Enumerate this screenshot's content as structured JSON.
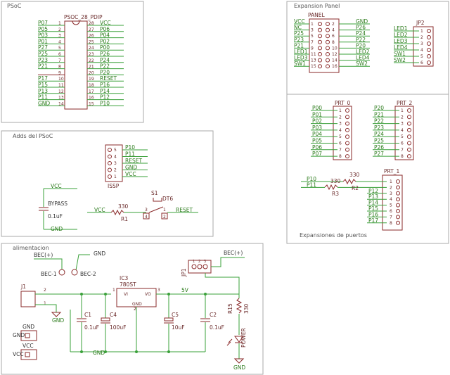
{
  "panels": {
    "psoc": "PSoC",
    "adds": "Adds del PSoC",
    "alim": "alimentacion",
    "expansion": "Expansion Panel",
    "puertos": "Expansiones de puertos"
  },
  "psoc_chip": {
    "name": "PSOC_28_PDIP",
    "left_labels": [
      "P07",
      "P05",
      "P03",
      "P01",
      "P27",
      "P25",
      "P23",
      "P21",
      "",
      "P17",
      "P15",
      "P13",
      "P11",
      "GND"
    ],
    "left_nums": [
      "1",
      "2",
      "3",
      "4",
      "5",
      "6",
      "7",
      "8",
      "9",
      "10",
      "11",
      "12",
      "13",
      "14"
    ],
    "right_nums": [
      "28",
      "27",
      "26",
      "25",
      "24",
      "23",
      "22",
      "21",
      "20",
      "19",
      "18",
      "17",
      "16",
      "15"
    ],
    "right_labels": [
      "VCC",
      "P06",
      "P04",
      "P02",
      "P00",
      "P26",
      "P24",
      "P22",
      "P20",
      "RESET",
      "P16",
      "P14",
      "P12",
      "P10"
    ]
  },
  "expansion_header": {
    "name": "PANEL",
    "left_labels": [
      "VCC",
      "NC",
      "P25",
      "P23",
      "P21",
      "LED1",
      "LED3",
      "SW1"
    ],
    "left_nums": [
      "1",
      "3",
      "5",
      "7",
      "9",
      "11",
      "13",
      "15"
    ],
    "right_nums": [
      "2",
      "4",
      "6",
      "8",
      "10",
      "12",
      "14",
      "16"
    ],
    "right_labels": [
      "GND",
      "P26",
      "P24",
      "P22",
      "P20",
      "LED2",
      "LED4",
      "SW2"
    ]
  },
  "jp2": {
    "name": "JP2",
    "labels": [
      "LED1",
      "LED2",
      "LED3",
      "LED4",
      "SW1",
      "SW2"
    ],
    "nums": [
      "1",
      "2",
      "3",
      "4",
      "5",
      "6"
    ]
  },
  "prt0": {
    "name": "PRT_0",
    "labels": [
      "P00",
      "P01",
      "P02",
      "P03",
      "P04",
      "P05",
      "P06",
      "P07"
    ],
    "nums": [
      "1",
      "2",
      "3",
      "4",
      "5",
      "6",
      "7",
      "8"
    ]
  },
  "prt2": {
    "name": "PRT_2",
    "labels": [
      "P20",
      "P21",
      "P22",
      "P23",
      "P24",
      "P25",
      "P26",
      "P27"
    ],
    "nums": [
      "1",
      "2",
      "3",
      "4",
      "5",
      "6",
      "7",
      "8"
    ]
  },
  "prt1": {
    "name": "PRT_1",
    "labels": [
      "P10",
      "P11",
      "P12",
      "P13",
      "P14",
      "P15",
      "P16",
      "P17"
    ],
    "nums": [
      "1",
      "2",
      "3",
      "4",
      "5",
      "6",
      "7",
      "8"
    ],
    "r2": "R2",
    "r3": "R3",
    "r2_val": "330",
    "r3_val": "330"
  },
  "issp": {
    "name": "ISSP",
    "labels": [
      "P10",
      "P11",
      "RESET",
      "GND",
      "VCC"
    ],
    "nums": [
      "5",
      "4",
      "3",
      "2",
      "1"
    ]
  },
  "adds": {
    "vcc_top": "VCC",
    "bypass": "BYPASS",
    "cap_val": "0.1uF",
    "gnd": "GND",
    "switch": "S1",
    "switch_type": "DT6",
    "vcc_r": "VCC",
    "r1_val": "330",
    "r1": "R1",
    "reset": "RESET",
    "sw_pin1": "1",
    "sw_pin2": "2",
    "sw_pin3": "3",
    "sw_pin4": "4"
  },
  "power": {
    "bec_plus": "BEC(+)",
    "gnd_top": "GND",
    "bec1": "BEC-1",
    "bec2": "BEC-2",
    "ic3": "IC3",
    "ic3_part": "780ST",
    "vi": "VI",
    "vo": "VO",
    "ic_gnd": "GND",
    "pin1": "1",
    "pin2": "2",
    "pin3": "3",
    "jp1": "JP1",
    "jp1_pins": [
      "1",
      "2",
      "3"
    ],
    "bec_plus2": "BEC(+)",
    "j1": "J1",
    "j1_pins": [
      "2",
      "1"
    ],
    "j1_gnd": "GND",
    "c1": "C1",
    "c1_val": "0.1uF",
    "c4": "C4",
    "c4_val": "100uF",
    "c5": "C5",
    "c5_val": "10uF",
    "c2": "C2",
    "c2_val": "0.1uF",
    "v5": "5V",
    "r15": "R15",
    "r15_val": "330",
    "led": "POWER",
    "gnd_bottom": "GND",
    "gnd_main": "GND",
    "gnd_left": "GND",
    "vcc_left": "VCC",
    "vcc_left2": "VCC"
  }
}
